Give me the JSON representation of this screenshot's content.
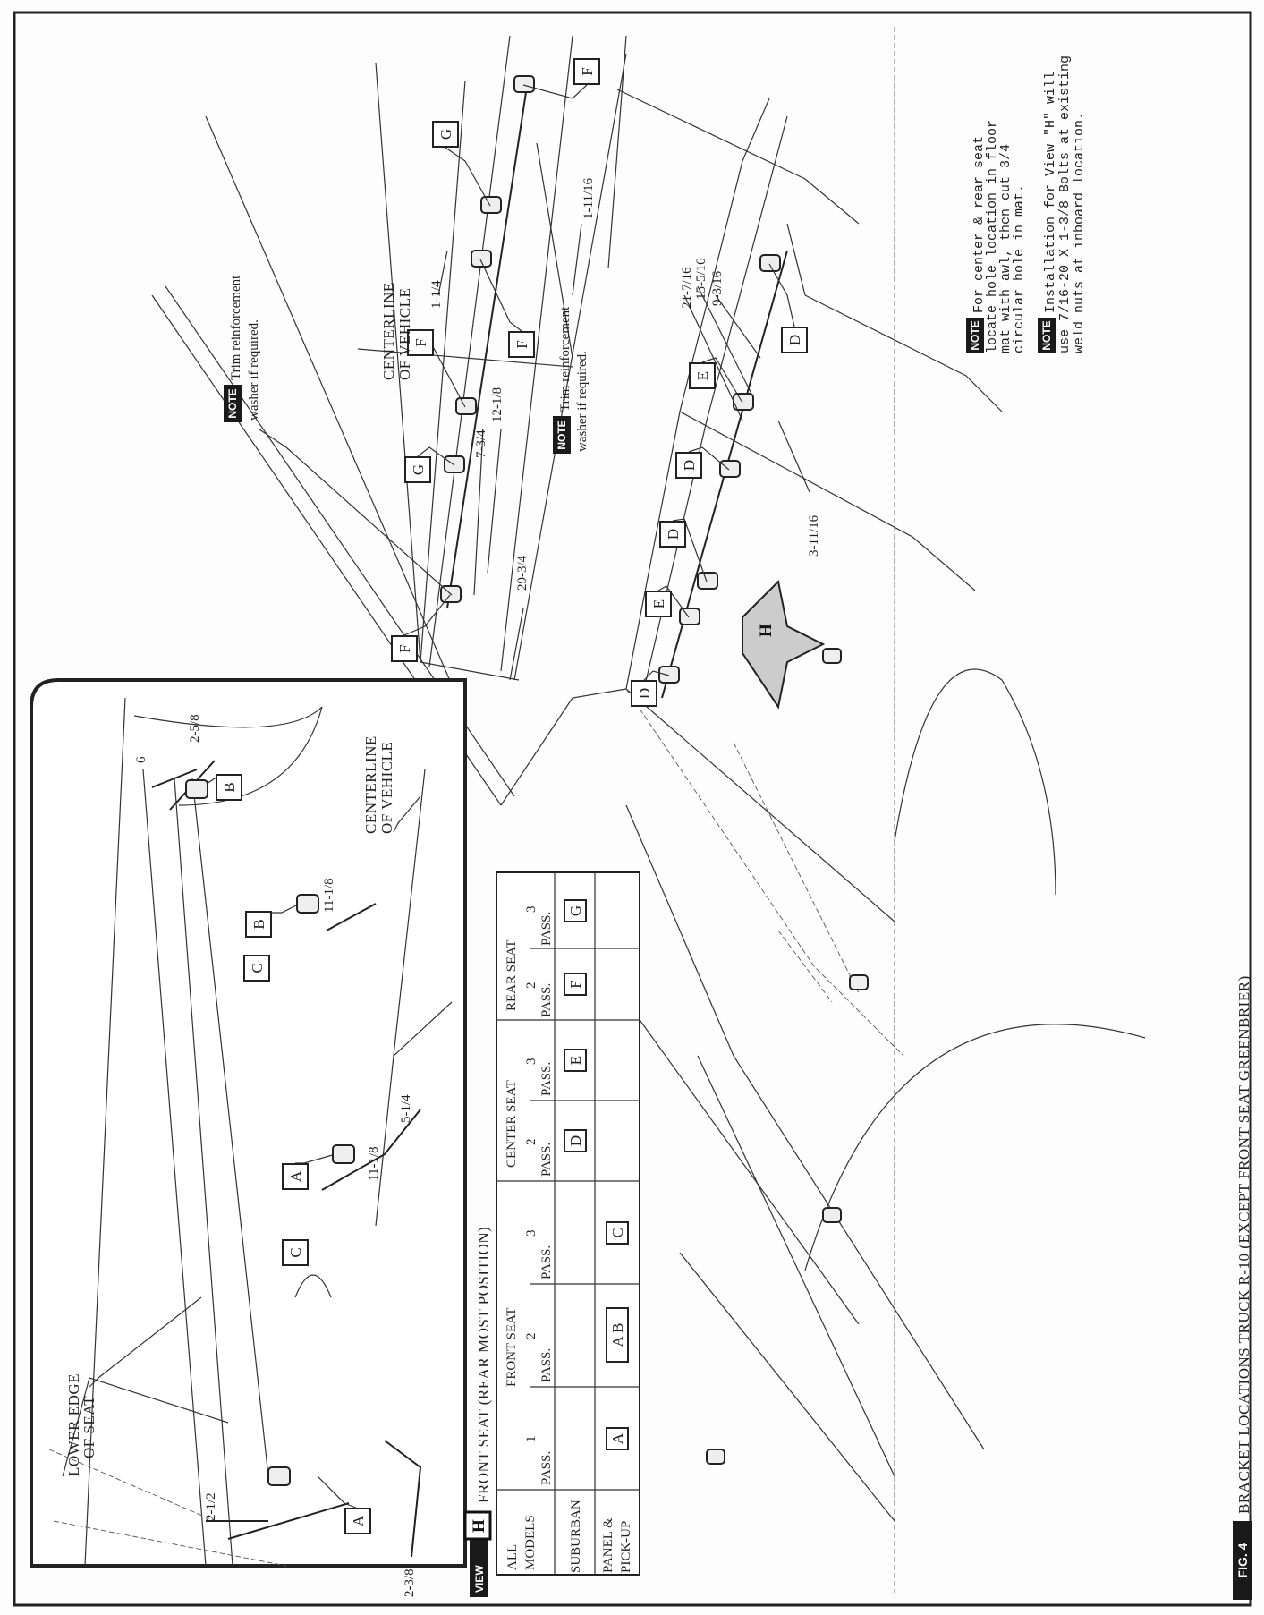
{
  "caption": {
    "fig_label": "FIG. 4",
    "title": "BRACKET LOCATIONS TRUCK R-10 (EXCEPT FRONT SEAT GREENBRIER)"
  },
  "view_h": {
    "view_label": "VIEW",
    "letter": "H",
    "title": "FRONT SEAT (REAR MOST POSITION)"
  },
  "inset": {
    "lower_edge_1": "LOWER EDGE",
    "lower_edge_2": "OF SEAT",
    "centerline_1": "CENTERLINE",
    "centerline_2": "OF VEHICLE",
    "dims": [
      "2-1/2",
      "2-3/8",
      "11-1/8",
      "5-1/4",
      "11-1/8",
      "2-5/8",
      "6"
    ],
    "callouts": [
      "A",
      "C",
      "A",
      "C",
      "B",
      "B"
    ]
  },
  "table": {
    "headers": {
      "all_models": [
        "ALL",
        "MODELS"
      ],
      "front_seat": "FRONT SEAT",
      "center_seat": "CENTER SEAT",
      "rear_seat": "REAR SEAT",
      "sub": [
        [
          "1",
          "PASS."
        ],
        [
          "2",
          "PASS."
        ],
        [
          "3",
          "PASS."
        ],
        [
          "2",
          "PASS."
        ],
        [
          "3",
          "PASS."
        ],
        [
          "2",
          "PASS."
        ],
        [
          "3",
          "PASS."
        ]
      ]
    },
    "rows": [
      {
        "model": "SUBURBAN",
        "cells": [
          "",
          "",
          "",
          "D",
          "E",
          "F",
          "G"
        ]
      },
      {
        "model_1": "PANEL &",
        "model_2": "PICK-UP",
        "cells": [
          "A",
          "A B",
          "C",
          "",
          "",
          "",
          ""
        ]
      }
    ]
  },
  "main": {
    "centerline_1": "CENTERLINE",
    "centerline_2": "OF VEHICLE",
    "dims": [
      "1-1/4",
      "7-3/4",
      "12-1/8",
      "29-3/4",
      "1-11/16",
      "21-7/16",
      "15-5/16",
      "9-3/16",
      "3-11/16"
    ],
    "callouts_upper": [
      "F",
      "G",
      "F",
      "F",
      "G",
      "F"
    ],
    "callouts_lower": [
      "D",
      "E",
      "D",
      "D",
      "E",
      "D"
    ],
    "view_arrow": "H",
    "note_badge": "NOTE",
    "note_upper": [
      "Trim reinforcement",
      "washer if required."
    ],
    "note_middle": [
      "Trim reinforcement",
      "washer if required."
    ]
  },
  "notes": [
    {
      "badge": "NOTE",
      "lines": [
        "For center & rear seat",
        "locate hole location in floor",
        "mat with awl, then cut 3/4",
        "circular hole in mat."
      ]
    },
    {
      "badge": "NOTE",
      "lines": [
        "Installation for View \"H\" will",
        "use 7/16-20 X 1-3/8 Bolts at existing",
        "weld nuts at inboard location."
      ]
    }
  ]
}
